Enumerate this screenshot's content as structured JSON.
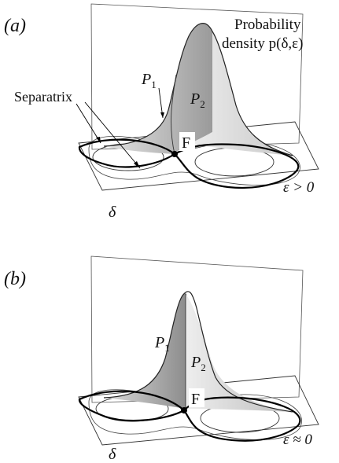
{
  "panel_a": {
    "tag": "(a)",
    "density_label_1": "Probability",
    "density_label_2": "density p(δ,ε)",
    "p1": "P",
    "p1_sub": "1",
    "p2": "P",
    "p2_sub": "2",
    "separatrix": "Separatrix",
    "fixed_point": "F",
    "delta": "δ",
    "epsilon": "ε > 0"
  },
  "panel_b": {
    "tag": "(b)",
    "p1": "P",
    "p1_sub": "1",
    "p2": "P",
    "p2_sub": "2",
    "fixed_point": "F",
    "delta": "δ",
    "epsilon": "ε ≈ 0"
  }
}
